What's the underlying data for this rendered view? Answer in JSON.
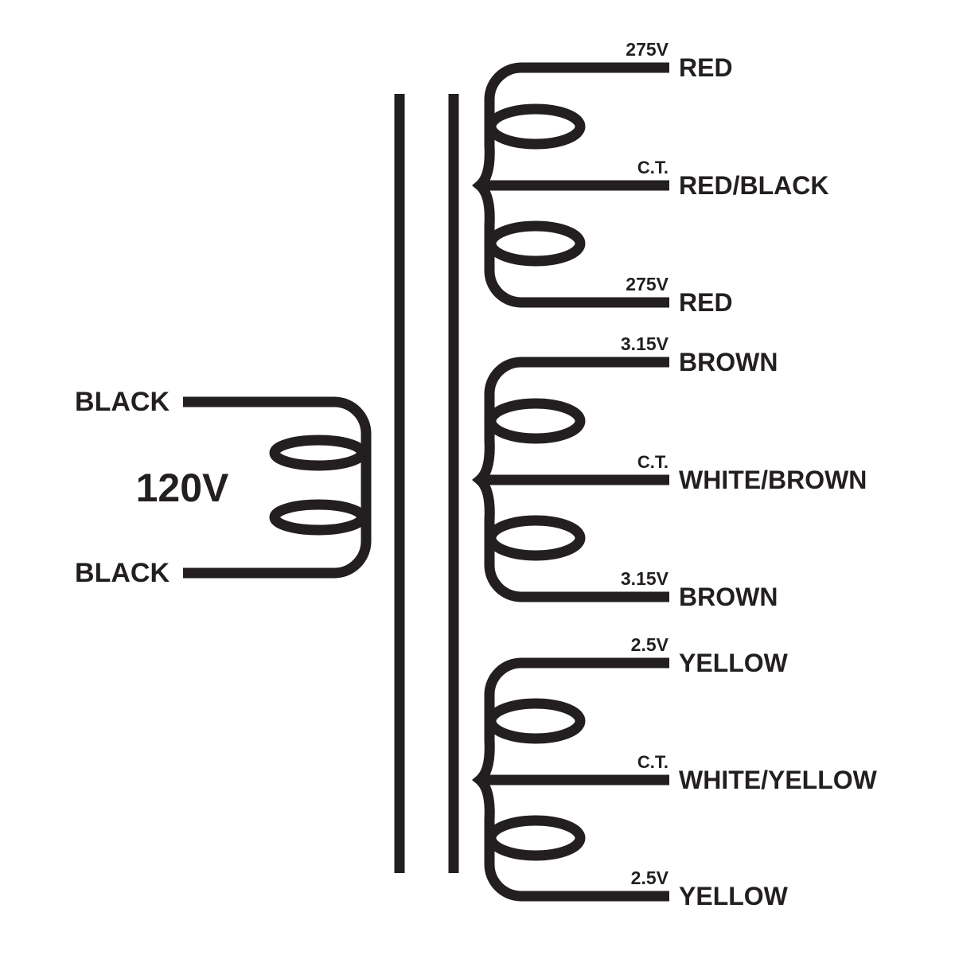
{
  "diagram": {
    "title": "transformer wiring diagram",
    "line_color": "#231f20",
    "background_color": "#ffffff",
    "primary": {
      "voltage_label": "120V",
      "top_lead": "BLACK",
      "bottom_lead": "BLACK"
    },
    "secondaries": [
      {
        "taps": [
          {
            "value": "275V",
            "wire": "RED"
          },
          {
            "value": "C.T.",
            "wire": "RED/BLACK"
          },
          {
            "value": "275V",
            "wire": "RED"
          }
        ]
      },
      {
        "taps": [
          {
            "value": "3.15V",
            "wire": "BROWN"
          },
          {
            "value": "C.T.",
            "wire": "WHITE/BROWN"
          },
          {
            "value": "3.15V",
            "wire": "BROWN"
          }
        ]
      },
      {
        "taps": [
          {
            "value": "2.5V",
            "wire": "YELLOW"
          },
          {
            "value": "C.T.",
            "wire": "WHITE/YELLOW"
          },
          {
            "value": "2.5V",
            "wire": "YELLOW"
          }
        ]
      }
    ]
  }
}
